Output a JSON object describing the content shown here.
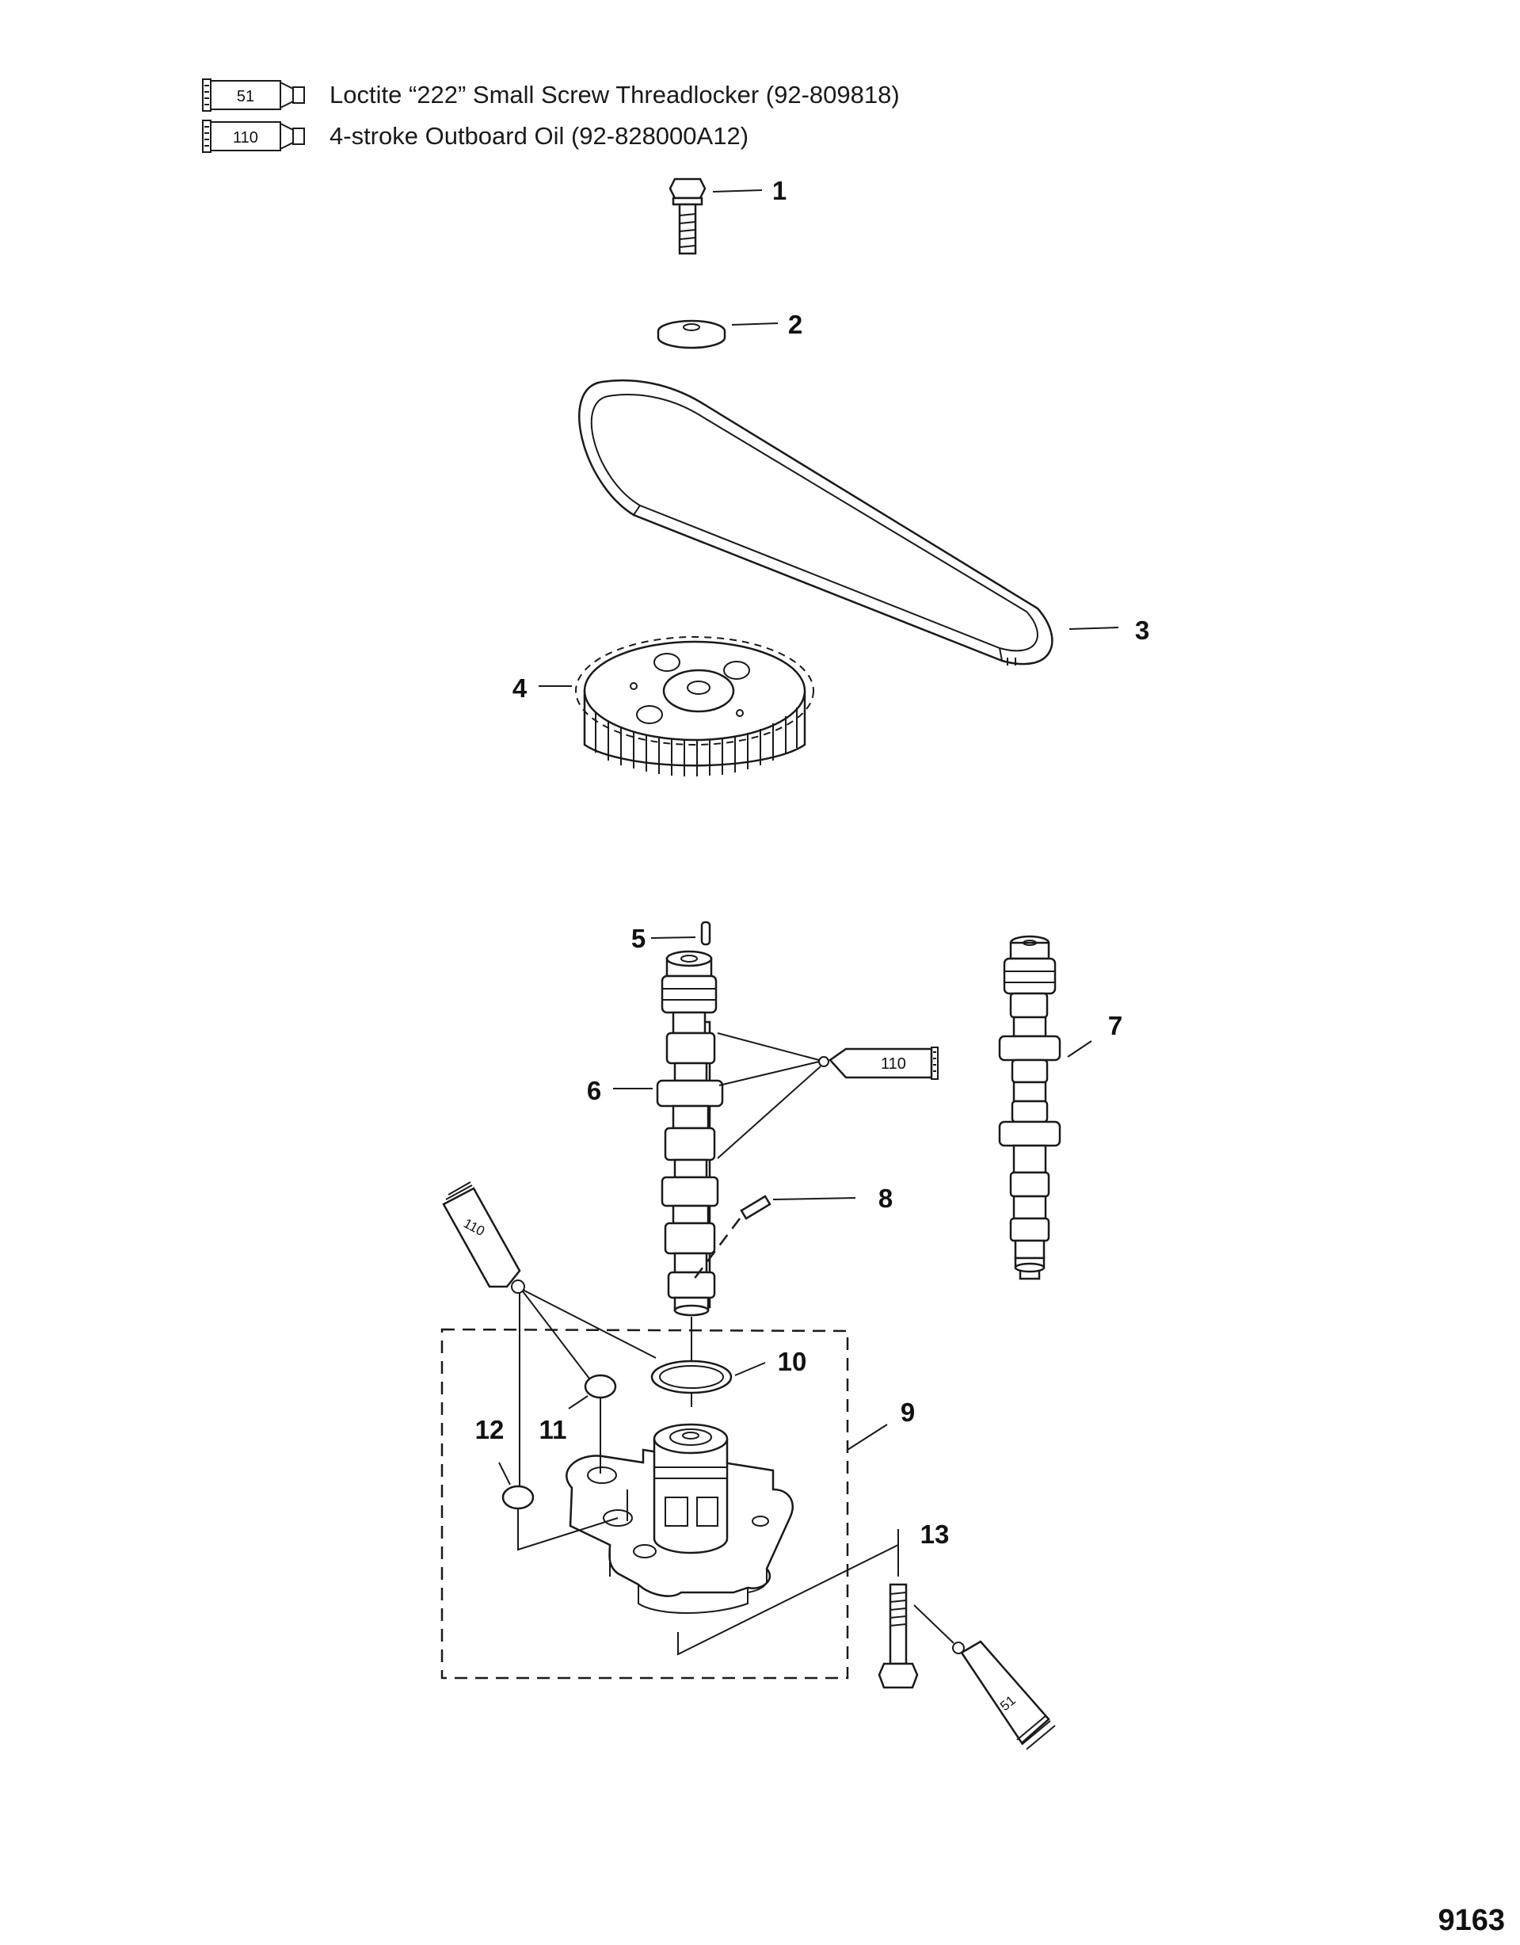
{
  "legend": [
    {
      "tube_number": "51",
      "description": "Loctite “222” Small Screw Threadlocker  (92-809818)"
    },
    {
      "tube_number": "110",
      "description": "4-stroke Outboard Oil (92-828000A12)"
    }
  ],
  "callouts": {
    "c1": "1",
    "c2": "2",
    "c3": "3",
    "c4": "4",
    "c5": "5",
    "c6": "6",
    "c7": "7",
    "c8": "8",
    "c9": "9",
    "c10": "10",
    "c11": "11",
    "c12": "12",
    "c13": "13"
  },
  "tube_labels": {
    "camshaft_oil": "110",
    "pump_oil": "110",
    "bolt_threadlocker": "51"
  },
  "figure_number": "9163"
}
